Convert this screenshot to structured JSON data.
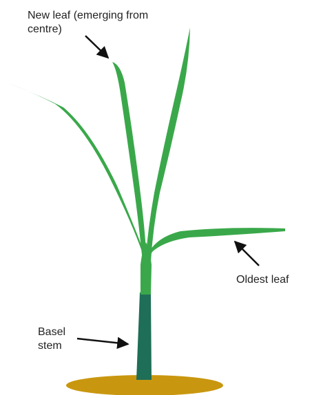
{
  "labels": {
    "new_leaf": "New leaf (emerging from\ncentre)",
    "oldest_leaf": "Oldest leaf",
    "basal_stem": "Basel\nstem"
  },
  "colors": {
    "leaf": "#3aa84a",
    "stem_upper": "#3aa84a",
    "basal_stem": "#1f6e57",
    "soil": "#c9970f",
    "arrow": "#111111",
    "text": "#222222"
  }
}
